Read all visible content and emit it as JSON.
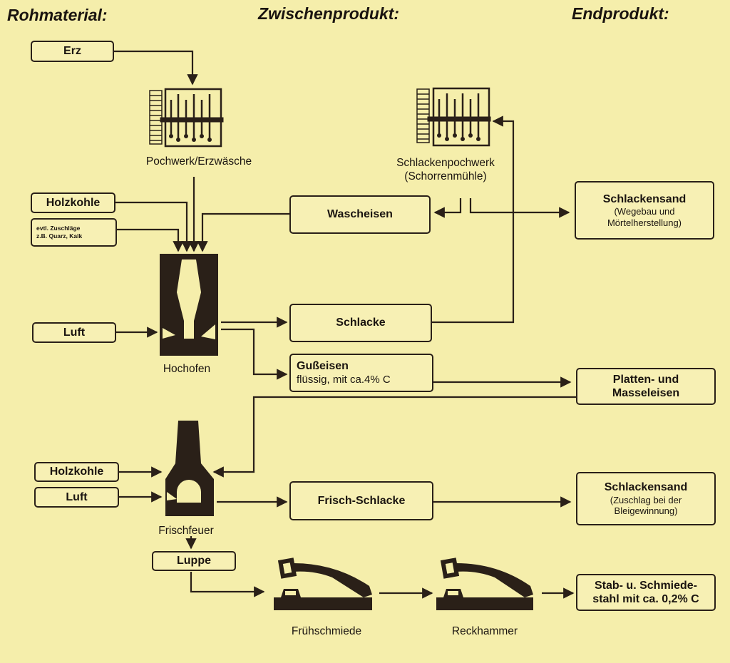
{
  "headers": {
    "raw": "Rohmaterial:",
    "intermediate": "Zwischenprodukt:",
    "final": "Endprodukt:"
  },
  "inputs": {
    "erz": "Erz",
    "holzkohle_1": "Holzkohle",
    "zuschlaege_1": "evtl. Zuschläge",
    "zuschlaege_2": "z.B. Quarz, Kalk",
    "luft_1": "Luft",
    "holzkohle_2": "Holzkohle",
    "luft_2": "Luft"
  },
  "machines": {
    "pochwerk": "Pochwerk/Erzwäsche",
    "schlackenpochwerk_1": "Schlackenpochwerk",
    "schlackenpochwerk_2": "(Schorrenmühle)",
    "hochofen": "Hochofen",
    "frischfeuer": "Frischfeuer",
    "fruehschmiede": "Frühschmiede",
    "reckhammer": "Reckhammer"
  },
  "intermediates": {
    "wascheisen": "Wascheisen",
    "schlacke": "Schlacke",
    "gusseisen_1": "Gußeisen",
    "gusseisen_2": "flüssig, mit ca.4% C",
    "frischschlacke": "Frisch-Schlacke",
    "luppe": "Luppe"
  },
  "products": {
    "schlackensand_1_title": "Schlackensand",
    "schlackensand_1_l1": "(Wegebau und",
    "schlackensand_1_l2": "Mörtelherstellung)",
    "platten_1": "Platten- und",
    "platten_2": "Masseleisen",
    "schlackensand_2_title": "Schlackensand",
    "schlackensand_2_l1": "(Zuschlag bei der",
    "schlackensand_2_l2": "Bleigewinnung)",
    "stahl_1": "Stab- u. Schmiede-",
    "stahl_2": "stahl mit ca. 0,2% C"
  },
  "colors": {
    "background": "#f5eeab",
    "ink": "#2a2018",
    "box_fill": "#f7f0b4"
  }
}
